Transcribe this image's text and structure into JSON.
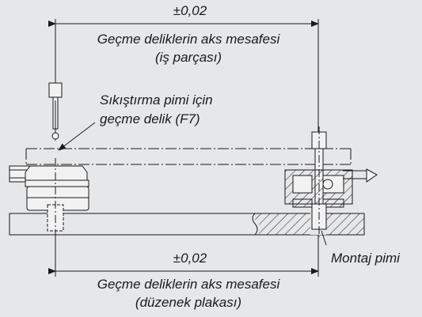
{
  "top_dimension": {
    "tolerance": "±0,02",
    "line1": "Geçme deliklerin aks mesafesi",
    "line2": "(iş parçası)"
  },
  "clamp_note": {
    "line1": "Sıkıştırma pimi için",
    "line2": "geçme delik (F7)"
  },
  "bottom_dimension": {
    "tolerance": "±0,02",
    "line1": "Geçme deliklerin aks mesafesi",
    "line2": "(düzenek plakası)"
  },
  "pin_label": "Montaj pimi",
  "colors": {
    "background": "#e6e7e9",
    "line": "#1a1a1a",
    "part_fill": "#f2f2f2"
  }
}
